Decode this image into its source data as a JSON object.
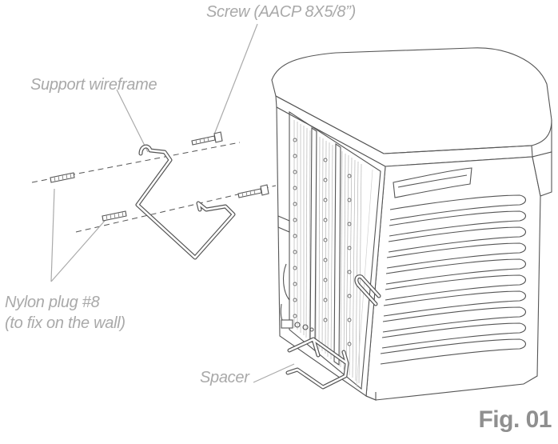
{
  "labels": {
    "screw": "Screw (AACP 8X5/8”)",
    "support_wireframe": "Support wireframe",
    "nylon_plug_line1": "Nylon plug #8",
    "nylon_plug_line2": "(to fix on the wall)",
    "spacer": "Spacer"
  },
  "figure_label": "Fig. 01",
  "colors": {
    "callout_text": "#a9a9a9",
    "figure_label": "#8f8f8f",
    "line_art": "#555555"
  }
}
